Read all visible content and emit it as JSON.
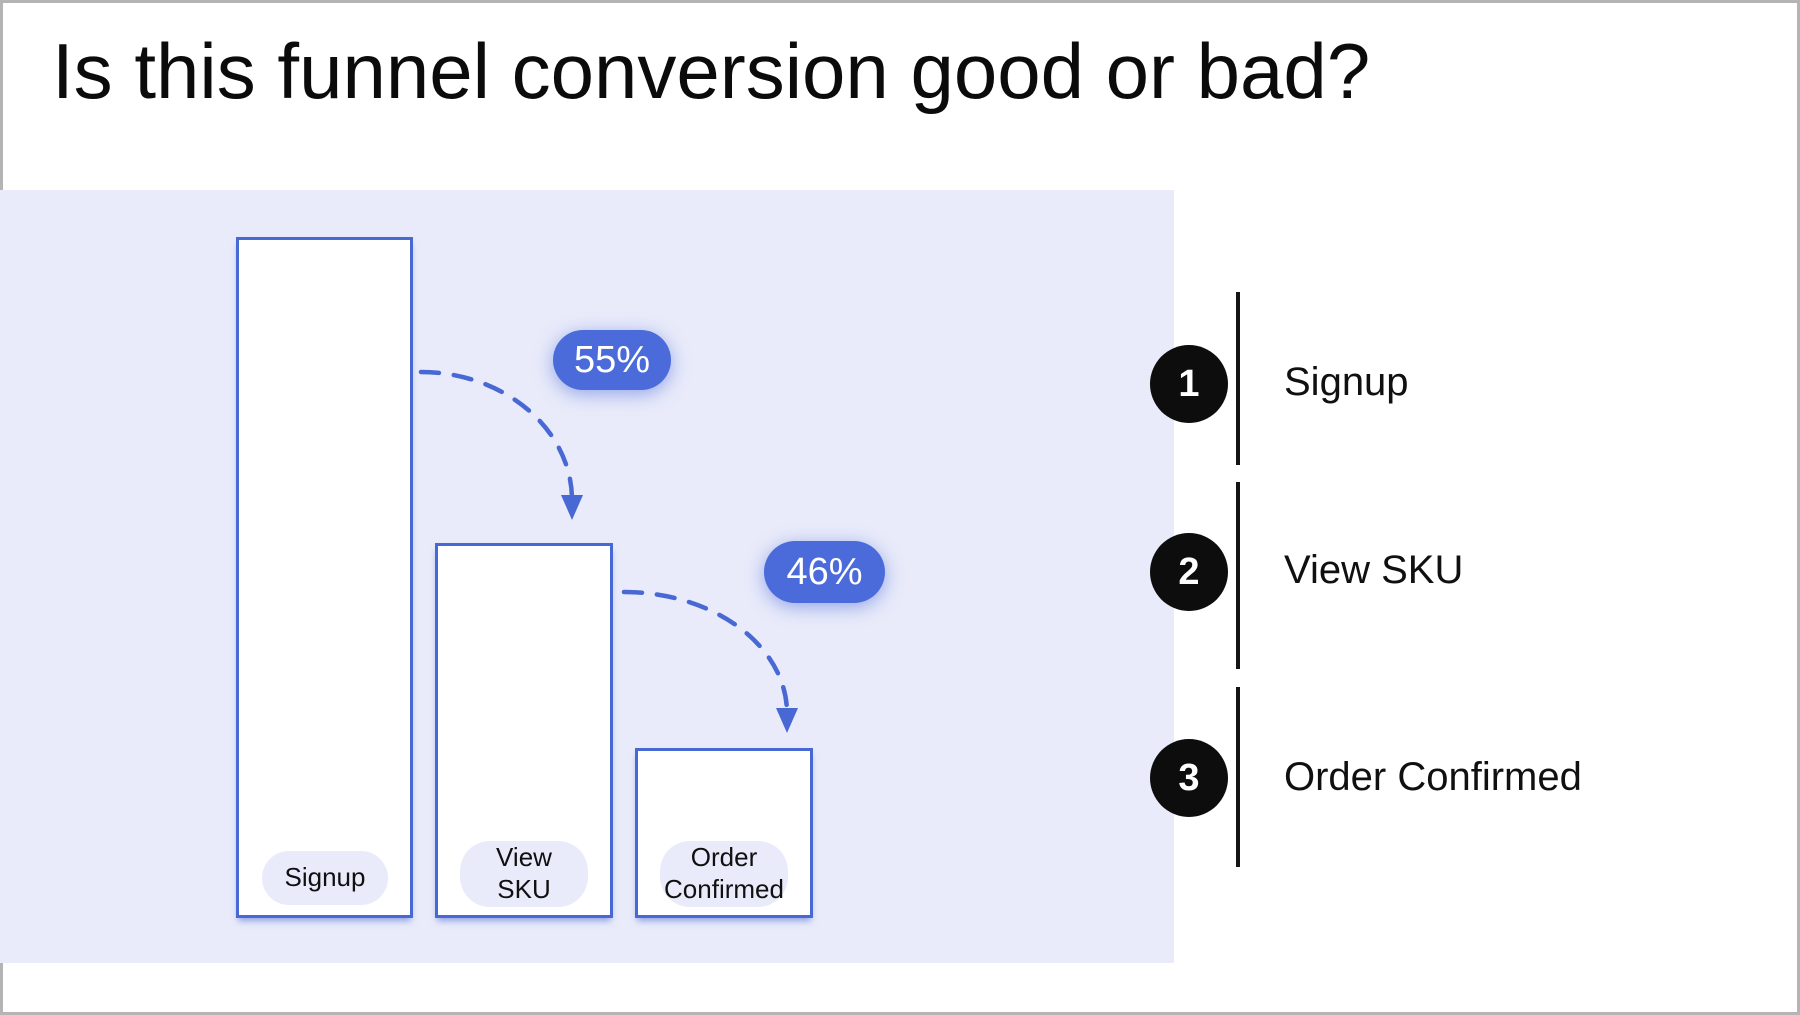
{
  "title": "Is this funnel conversion good or bad?",
  "colors": {
    "accent_blue": "#4868D4",
    "badge_blue": "#4C6BDA",
    "panel_bg": "#E9EBFA",
    "pill_bg": "#E9EBFA",
    "text_dark": "#0F0F0F",
    "legend_circle_bg": "#0D0D0D",
    "frame_border": "#B4B4B4",
    "bar_fill": "#FFFFFF"
  },
  "chart_data": {
    "type": "bar",
    "subtype": "funnel",
    "title": "Is this funnel conversion good or bad?",
    "categories": [
      "Signup",
      "View SKU",
      "Order Confirmed"
    ],
    "values": [
      100,
      55,
      25
    ],
    "value_unit": "percent of first stage (relative bar height)",
    "stages": [
      {
        "label": "Signup",
        "label_lines": [
          "Signup"
        ],
        "value_pct": 100
      },
      {
        "label": "View SKU",
        "label_lines": [
          "View",
          "SKU"
        ],
        "value_pct": 55
      },
      {
        "label": "Order Confirmed",
        "label_lines": [
          "Order",
          "Confirmed"
        ],
        "value_pct": 25
      }
    ],
    "conversions": [
      {
        "from": "Signup",
        "to": "View SKU",
        "rate": "55%"
      },
      {
        "from": "View SKU",
        "to": "Order Confirmed",
        "rate": "46%"
      }
    ],
    "legend_position": "right",
    "grid": false
  },
  "legend": {
    "items": [
      {
        "number": "1",
        "label": "Signup"
      },
      {
        "number": "2",
        "label": "View SKU"
      },
      {
        "number": "3",
        "label": "Order Confirmed"
      }
    ]
  }
}
